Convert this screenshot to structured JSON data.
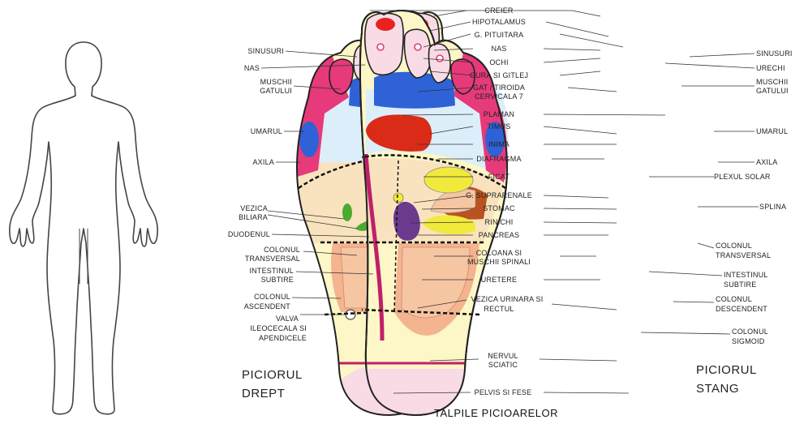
{
  "colors": {
    "brain": "#e8221f",
    "neck": "#2f62d6",
    "sinus": "#e63a7a",
    "lung_zone": "#dceefa",
    "heart": "#d92b18",
    "digestive_zone": "#f6d3a8",
    "intestine_zone": "#f4b48f",
    "lower_zone": "#fdf6c6",
    "heel": "#f9dbe6",
    "spine": "#c0206a",
    "kidney": "#6b3a8f",
    "gallbladder": "#4caa30",
    "spleen": "#b9531f",
    "solar_plexus": "#f1ea3c",
    "line": "#222222"
  },
  "labels": {
    "creier": "CREIER",
    "hipotalamus": "HIPOTALAMUS",
    "g_pituitara": "G. PITUITARA",
    "nas_center": "NAS",
    "ochi": "OCHI",
    "gura": "GURA SI GITLEJ",
    "gat_tiroida_1": "GAT / TIROIDA",
    "gat_tiroida_2": "CERVICALA 7",
    "plaman": "PLAMAN",
    "timus": "TIMUS",
    "inima": "INIMA",
    "diafragma": "DIAFRAGMA",
    "ficat": "FICAT",
    "g_suprarenale": "G. SUPRARENALE",
    "stomac": "STOMAC",
    "rinichi": "RINICHI",
    "pancreas": "PANCREAS",
    "coloana_1": "COLOANA SI",
    "coloana_2": "MUSCHII SPINALI",
    "uretere": "URETERE",
    "vezica_urinara_1": "VEZICA URINARA SI",
    "vezica_urinara_2": "RECTUL",
    "nervul_1": "NERVUL",
    "nervul_2": "SCIATIC",
    "pelvis": "PELVIS SI FESE",
    "left_sinusuri": "SINUSURI",
    "left_nas": "NAS",
    "left_muschii_1": "MUSCHII",
    "left_muschii_2": "GATULUI",
    "left_umarul": "UMARUL",
    "left_axila": "AXILA",
    "vezica_biliara_1": "VEZICA",
    "vezica_biliara_2": "BILIARA",
    "duodenul": "DUODENUL",
    "colonul_transversal_l_1": "COLONUL",
    "colonul_transversal_l_2": "TRANSVERSAL",
    "intestinul_l_1": "INTESTINUL",
    "intestinul_l_2": "SUBTIRE",
    "colonul_ascendent_1": "COLONUL",
    "colonul_ascendent_2": "ASCENDENT",
    "valva_1": "VALVA",
    "valva_2": "ILEOCECALA SI",
    "valva_3": "APENDICELE",
    "right_sinusuri": "SINUSURI",
    "right_urechi": "URECHI",
    "right_muschii_1": "MUSCHII",
    "right_muschii_2": "GATULUI",
    "right_umarul": "UMARUL",
    "right_axila": "AXILA",
    "plexul_solar": "PLEXUL SOLAR",
    "splina": "SPLINA",
    "colonul_transversal_r_1": "COLONUL",
    "colonul_transversal_r_2": "TRANSVERSAL",
    "intestinul_r_1": "INTESTINUL",
    "intestinul_r_2": "SUBTIRE",
    "colonul_descendent_1": "COLONUL",
    "colonul_descendent_2": "DESCENDENT",
    "colonul_sigmoid_1": "COLONUL",
    "colonul_sigmoid_2": "SIGMOID",
    "piciorul_drept_1": "PICIORUL",
    "piciorul_drept_2": "DREPT",
    "piciorul_stang_1": "PICIORUL",
    "piciorul_stang_2": "STANG",
    "title": "TALPILE PICIOARELOR"
  }
}
